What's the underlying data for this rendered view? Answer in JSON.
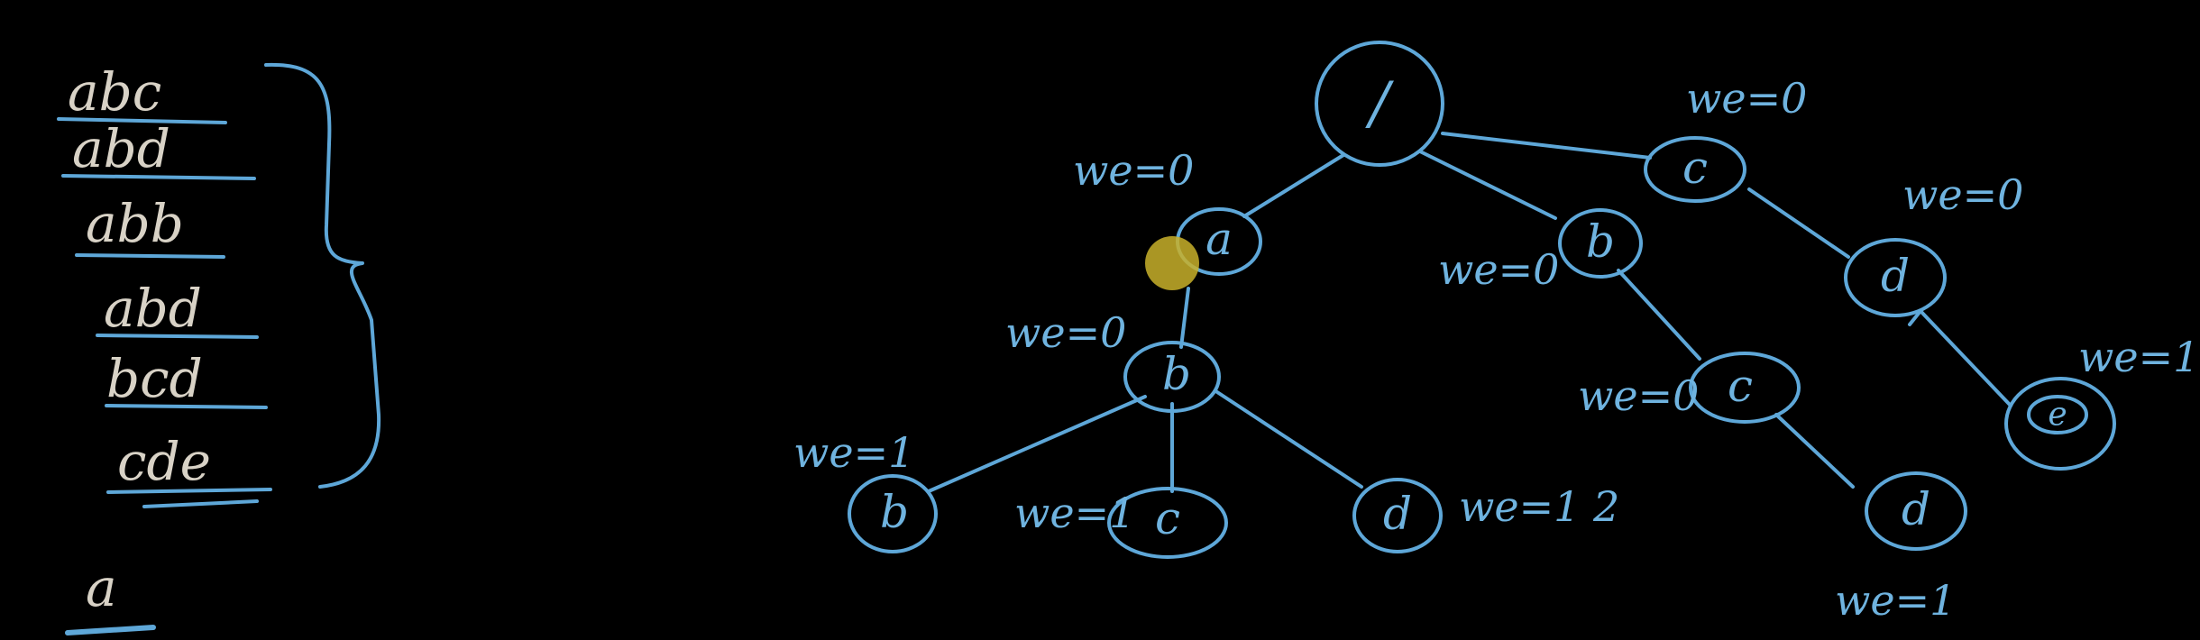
{
  "words": [
    "abc",
    "abd",
    "abb",
    "abd",
    "bcd",
    "cde"
  ],
  "query": "a",
  "colors": {
    "ink_blue": "#5ea7d8",
    "ink_white": "#d8d2c6",
    "cursor": "#c8b02a",
    "background": "#000000"
  },
  "trie": {
    "root": "/",
    "nodes": {
      "root": {
        "label": "/"
      },
      "a": {
        "label": "a",
        "annotation": "we=0"
      },
      "ab": {
        "label": "b",
        "annotation": "we=0"
      },
      "abb": {
        "label": "b",
        "annotation": "we=1"
      },
      "abc": {
        "label": "c",
        "annotation": "we=1"
      },
      "abd": {
        "label": "d",
        "annotation": "we=1 2"
      },
      "b": {
        "label": "b",
        "annotation": "we=0"
      },
      "bc": {
        "label": "c",
        "annotation": "we=0"
      },
      "bcd": {
        "label": "d",
        "annotation": "we=1"
      },
      "c": {
        "label": "c",
        "annotation": "we=0"
      },
      "cd": {
        "label": "d",
        "annotation": "we=0"
      },
      "cde": {
        "label": "e",
        "annotation": "we=1"
      }
    }
  }
}
